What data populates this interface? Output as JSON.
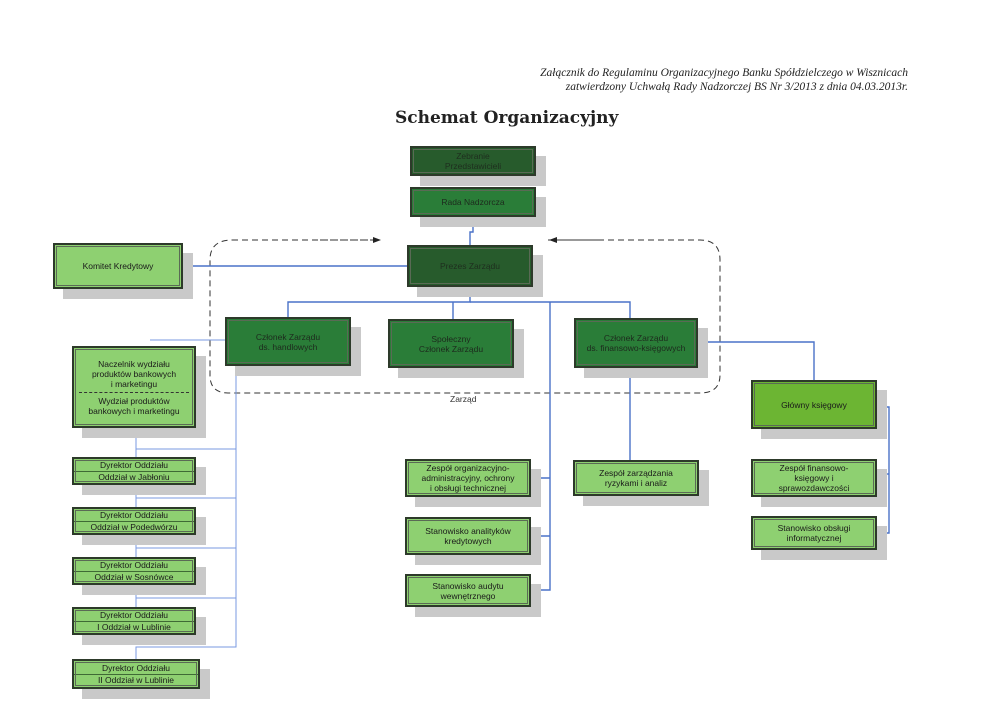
{
  "header": {
    "line1": "Załącznik  do Regulaminu Organizacyjnego Banku Spółdzielczego w Wisznicach",
    "line2": "zatwierdzony Uchwałą Rady Nadzorczej BS Nr 3/2013 z dnia 04.03.2013r."
  },
  "title": "Schemat Organizacyjny",
  "colors": {
    "dark_green": "#275b2c",
    "mid_green": "#2a7d38",
    "light_green": "#8ed071",
    "lime_green": "#6cb533",
    "connector": "#4a72c8",
    "shadow": "#c9c9c9"
  },
  "nodes": {
    "zebranie": [
      "Zebranie",
      "Przedstawicieli"
    ],
    "rada": "Rada Nadzorcza",
    "prezes": "Prezes Zarządu",
    "komitet": "Komitet Kredytowy",
    "czlonek_handl": [
      "Członek Zarządu",
      "ds. handlowych"
    ],
    "spoleczny": [
      "Społeczny",
      "Członek Zarządu"
    ],
    "czlonek_fin": [
      "Członek Zarządu",
      "ds. finansowo-księgowych"
    ],
    "zarzad_group": "Zarząd",
    "naczelnik": [
      "Naczelnik wydziału",
      "produktów bankowych",
      "i marketingu"
    ],
    "wydzial": [
      "Wydział produktów",
      "bankowych i marketingu"
    ],
    "glowny_ksiegowy": "Główny księgowy",
    "zespol_fin": [
      "Zespół finansowo-",
      "księgowy i",
      "sprawozdawczości"
    ],
    "stanowisko_inf": [
      "Stanowisko obsługi",
      "informatycznej"
    ],
    "zespol_org": [
      "Zespół organizacyjno-",
      "administracyjny, ochrony",
      "i obsługi technicznej"
    ],
    "stanowisko_anal": [
      "Stanowisko analityków",
      "kredytowych"
    ],
    "stanowisko_audyt": [
      "Stanowisko audytu",
      "wewnętrznego"
    ],
    "zespol_ryzyk": [
      "Zespół  zarządzania",
      "ryzykami i analiz"
    ],
    "branches": [
      {
        "title": "Dyrektor Oddziału",
        "name": "Oddział w Jabłoniu"
      },
      {
        "title": "Dyrektor Oddziału",
        "name": "Oddział w Podedwórzu"
      },
      {
        "title": "Dyrektor Oddziału",
        "name": "Oddział w Sosnówce"
      },
      {
        "title": "Dyrektor Oddziału",
        "name": "I Oddział w Lublinie"
      },
      {
        "title": "Dyrektor Oddziału",
        "name": "II Oddział w Lublinie"
      }
    ]
  }
}
